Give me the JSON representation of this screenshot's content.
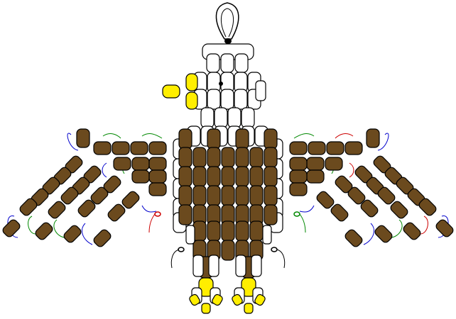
{
  "colors": {
    "background": "#ffffff",
    "bead_brown": "#6b4a1e",
    "bead_white": "#ffffff",
    "bead_yellow": "#ffee00",
    "bead_outline": "#000000",
    "string_blue": "#0000cc",
    "string_green": "#008800",
    "string_red": "#cc0000",
    "string_black": "#000000"
  },
  "diagram": {
    "subject": "eagle-bead-pattern",
    "parts": [
      "hanging-loop",
      "head",
      "beak",
      "eye",
      "body",
      "left-wing",
      "right-wing",
      "left-leg",
      "right-leg",
      "left-foot",
      "right-foot"
    ]
  }
}
